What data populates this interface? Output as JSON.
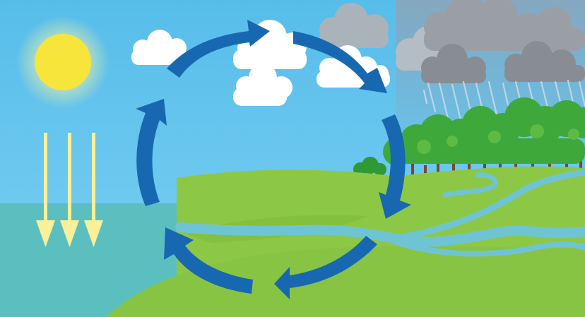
{
  "diagram": {
    "stages": [
      {
        "id": "evaporation",
        "visual": "sun-rays-down"
      },
      {
        "id": "condensation",
        "visual": "clouds"
      },
      {
        "id": "precipitation",
        "visual": "rain-cloud"
      },
      {
        "id": "collection",
        "visual": "river-and-sea"
      }
    ],
    "cycle_arrows": 6,
    "colors": {
      "sky": "#6cc8f0",
      "sea": "#5dbcc0",
      "land": "#86c440",
      "land_dark": "#6db234",
      "river": "#6ec6d8",
      "arrow": "#1767b0",
      "sun": "#f8e84a",
      "sun_ray": "#f8f098",
      "cloud": "#ffffff",
      "storm_cloud": "#999ea6",
      "rain": "#c8d6e6",
      "tree": "#3faa3a",
      "trunk": "#7a4a2a"
    }
  }
}
